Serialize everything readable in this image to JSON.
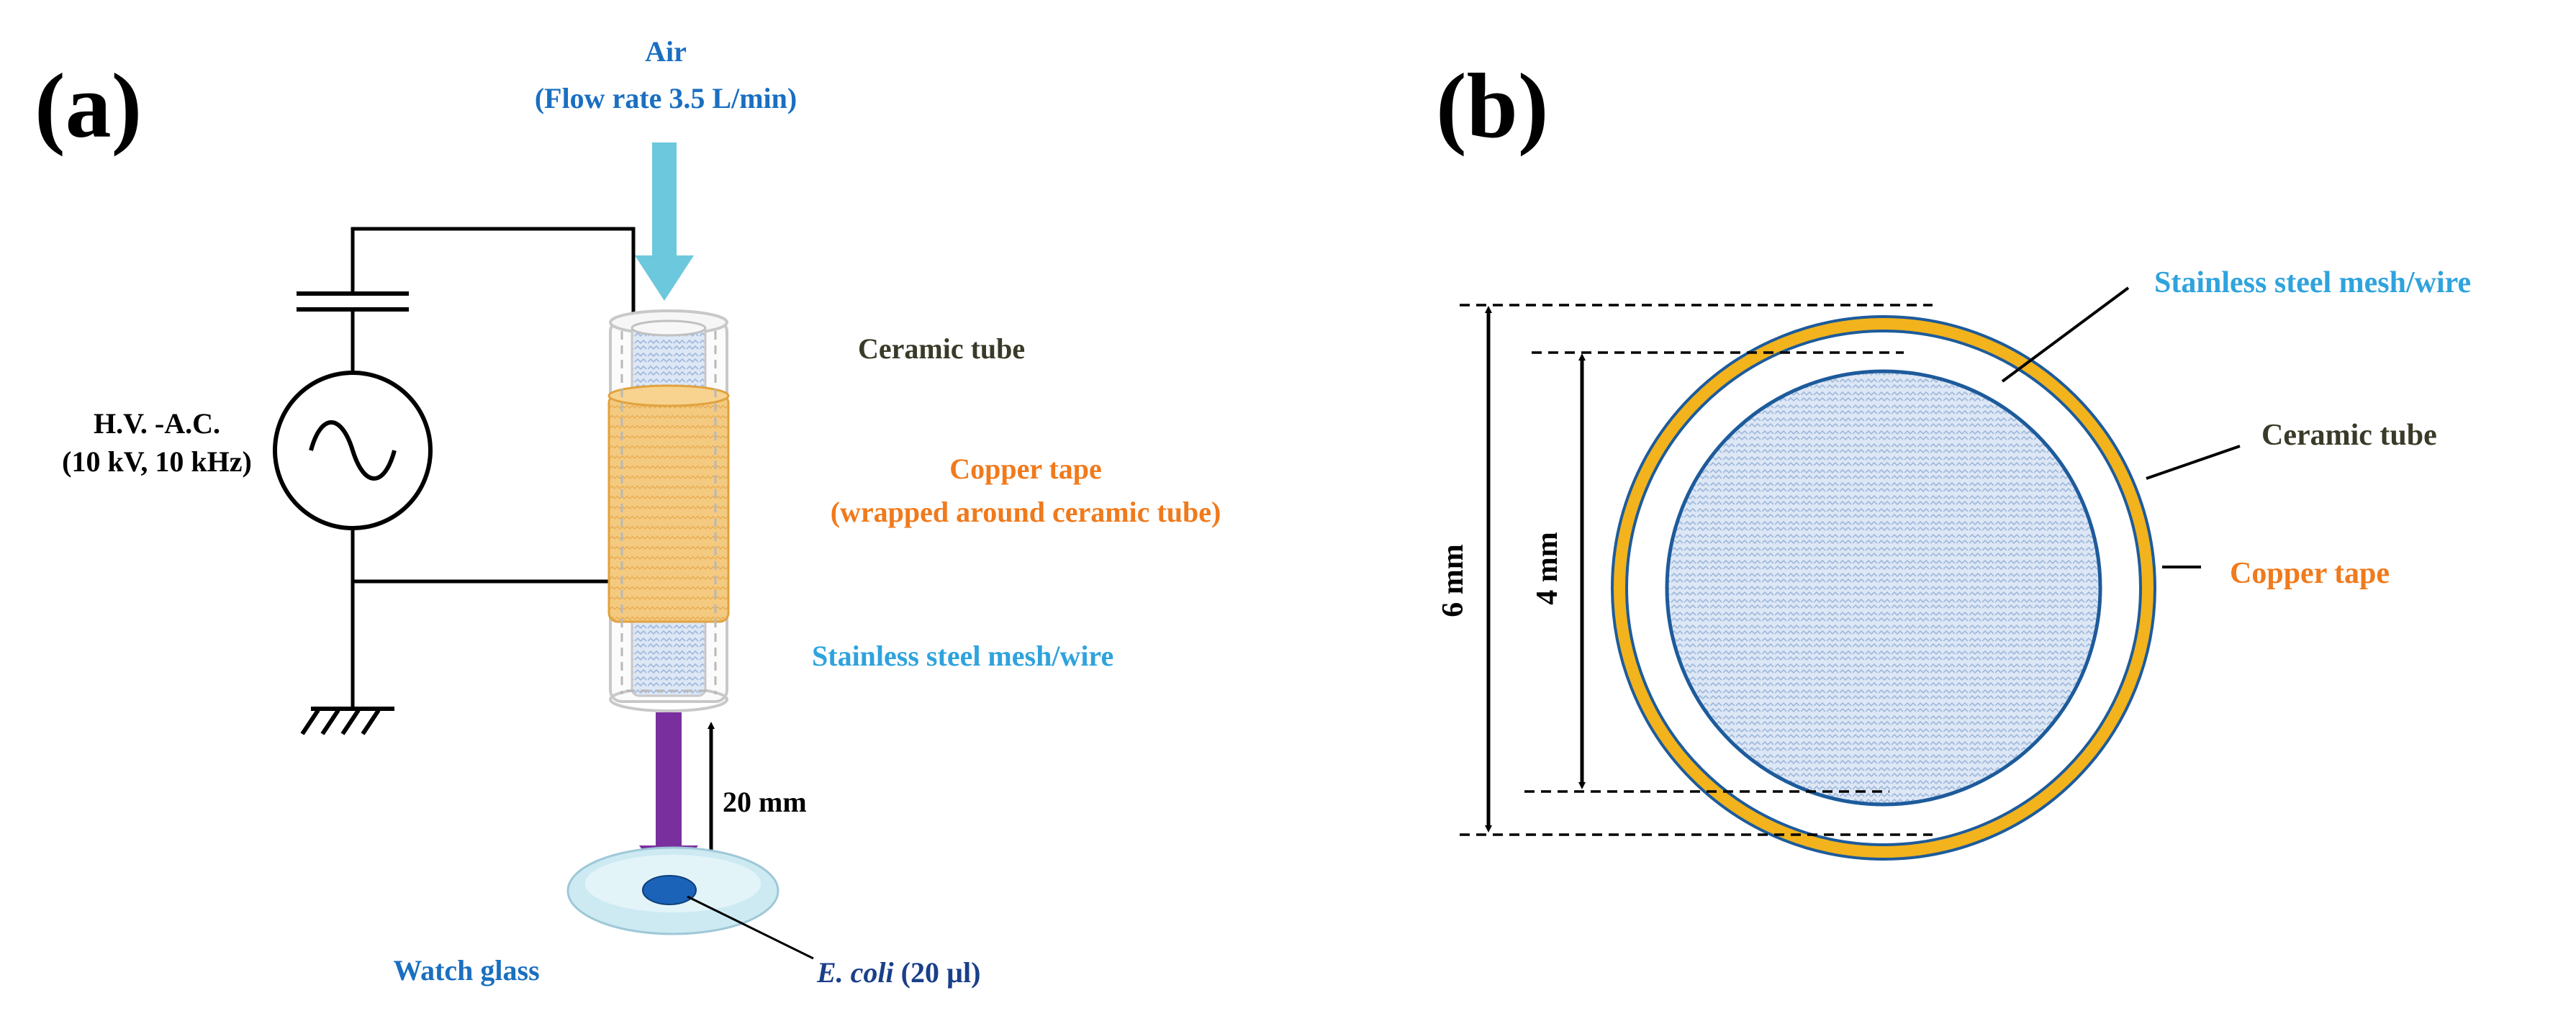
{
  "panel_a": {
    "panel_label": "(a)",
    "air_label": "Air",
    "flow_rate_label": "(Flow rate 3.5 L/min)",
    "power_label_line1": "H.V. -A.C.",
    "power_label_line2": "(10 kV, 10 kHz)",
    "ceramic_tube_label": "Ceramic tube",
    "copper_tape_label_line1": "Copper tape",
    "copper_tape_label_line2": "(wrapped around ceramic tube)",
    "mesh_label": "Stainless steel mesh/wire",
    "distance_label": "20 mm",
    "watch_glass_label": "Watch glass",
    "ecoli_italic": "E. coli",
    "ecoli_volume": " (20 µl)"
  },
  "panel_b": {
    "panel_label": "(b)",
    "mesh_label": "Stainless steel mesh/wire",
    "ceramic_tube_label": "Ceramic tube",
    "copper_tape_label": "Copper tape",
    "outer_diameter_label": "6 mm",
    "inner_diameter_label": "4 mm"
  },
  "colors": {
    "air_text": "#1a6fc0",
    "air_arrow": "#6cc8dc",
    "plasma_arrow": "#7a2f9e",
    "copper_text": "#f07a1c",
    "copper_fill": "#f3c777",
    "copper_ring": "#f2b31c",
    "mesh_text": "#2fa3dc",
    "mesh_fill": "#dbe6f4",
    "mesh_stroke": "#1d5b9b",
    "ceramic_text": "#3a3a28",
    "watch_glass_text": "#1a6fc0",
    "ecoli_text": "#1a3f8a",
    "ecoli_drop": "#1a63b8",
    "dish_fill": "#d4eef6"
  }
}
